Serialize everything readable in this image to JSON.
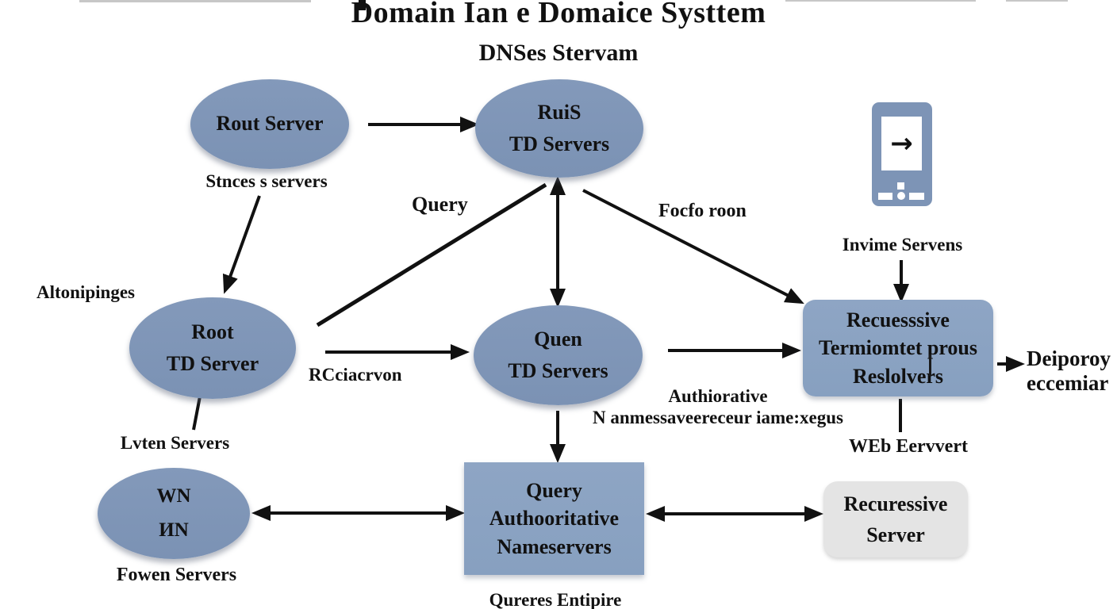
{
  "page": {
    "title": "Domain Ian e Domaice Systtem",
    "subtitle": "DNSes Stervam"
  },
  "nodes": {
    "rout_server": {
      "label": "Rout Server"
    },
    "rius_td": {
      "line1": "RuiS",
      "line2": "TD Servers"
    },
    "root_td": {
      "line1": "Root",
      "line2": "TD Server"
    },
    "quen_td": {
      "line1": "Quen",
      "line2": "TD Servers"
    },
    "recursive_resolvers": {
      "line1": "Recuesssive",
      "line2": "Termiomtet prous",
      "line3": "Reslolvers"
    },
    "query_authoritative": {
      "line1": "Query",
      "line2": "Authooritative",
      "line3": "Nameservers"
    },
    "recursive_server": {
      "line1": "Recuressive",
      "line2": "Server"
    },
    "wn_nn": {
      "line1": "WN",
      "line2": "ИN"
    }
  },
  "labels": {
    "stnces": "Stnces s servers",
    "query": "Query",
    "focfo": "Focfo roon",
    "invime": "Invime Servens",
    "altonipinges": "Altonipinges",
    "rcciacrvon": "RCciacrvon",
    "auth_line1": "Authiorative",
    "auth_line2": "N anmessaveereceur iame:xegus",
    "web_server": "WEb Eervvert",
    "lvten": "Lvten Servers",
    "fowen": "Fowen Servers",
    "qureres": "Qureres Entipire",
    "deiporoy_line1": "Deiporoy",
    "deiporoy_line2": "eccemiar"
  },
  "icons": {
    "phone_arrow": "→"
  },
  "colors": {
    "ellipse_fill": "#7d94b6",
    "box_fill": "#8aa2c2",
    "gray_box_fill": "#e4e4e4",
    "arrow": "#111111",
    "text": "#111111"
  }
}
